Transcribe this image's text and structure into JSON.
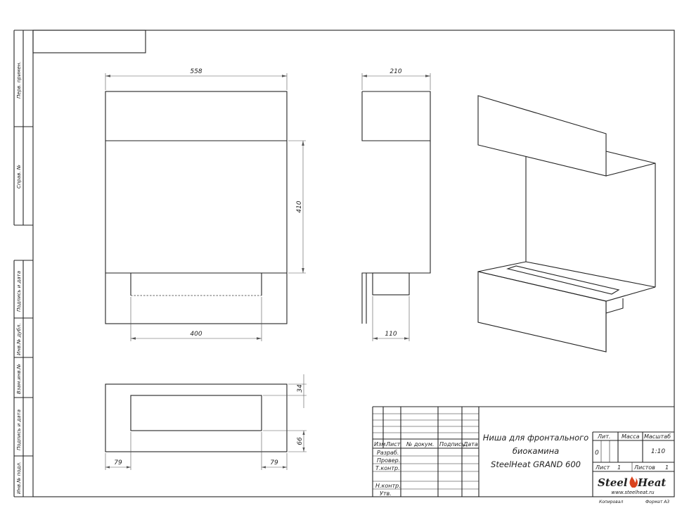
{
  "dimensions": {
    "front_width": "558",
    "front_height": "410",
    "front_opening": "400",
    "side_depth": "210",
    "side_bottom": "110",
    "top_depth_1": "34",
    "top_depth_2": "66",
    "top_side_left": "79",
    "top_side_right": "79"
  },
  "side_stamp": {
    "perv_primen": "Перв. примен.",
    "sprav": "Справ. №",
    "podpis_data_1": "Подпись и дата",
    "inv_dubl": "Инв.№ дубл.",
    "vzam_inv": "Взам.инв.№",
    "podpis_data_2": "Подпись и дата",
    "inv_podl": "Инв.№ подл."
  },
  "title_block": {
    "col_izm": "Изм.",
    "col_list": "Лист",
    "col_docum": "№ докум.",
    "col_podpis": "Подпись",
    "col_data": "Дата",
    "razrab": "Разраб.",
    "prover": "Провер.",
    "tkontr": "Т.контр.",
    "nkontr": "Н.контр.",
    "utv": "Утв.",
    "title_line1": "Ниша для фронтального",
    "title_line2": "биокамина",
    "title_line3": "SteelHeat GRAND 600",
    "lit_label": "Лит.",
    "massa_label": "Масса",
    "masshtab_label": "Масштаб",
    "lit_value": "0",
    "masshtab_value": "1:10",
    "list_label": "Лист",
    "list_value": "1",
    "listov_label": "Листов",
    "listov_value": "1",
    "logo_word1": "Steel",
    "logo_word2": "Heat",
    "website": "www.steelheat.ru",
    "kopiroval": "Копировал",
    "format": "Формат А3"
  },
  "colors": {
    "line": "#222222",
    "logo_flame": "#d9431e",
    "background": "#ffffff"
  }
}
